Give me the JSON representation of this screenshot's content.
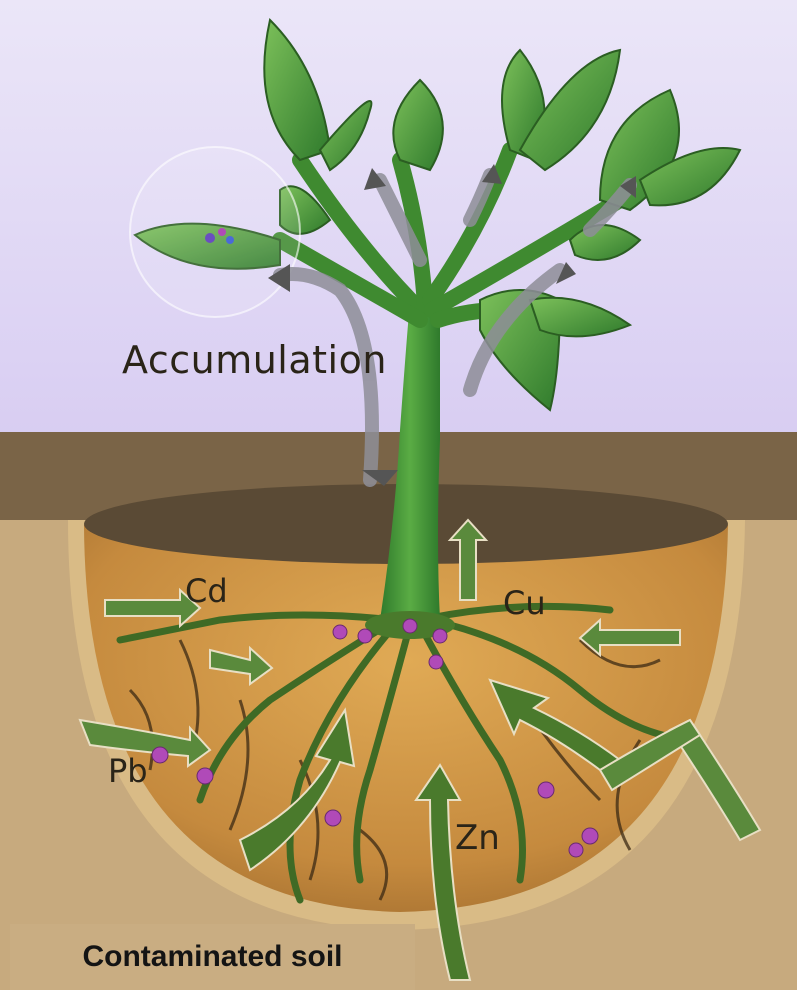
{
  "diagram": {
    "labels": {
      "accumulation": "Accumulation",
      "cd": "Cd",
      "cu": "Cu",
      "pb": "Pb",
      "zn": "Zn"
    },
    "footer_caption": "Contaminated soil"
  },
  "colors": {
    "sky": "#e6e0f7",
    "soil_dark": "#7a6447",
    "pot_interior": "#cf9a4c",
    "leaf_green": "#4f9a3a",
    "arrow_green": "#5a8a3c",
    "metal_particle": "#b04ab8",
    "caption_bg": "#c9ad82"
  },
  "icons": [
    "plant-icon",
    "upward-arrow-icon",
    "metal-particle-icon"
  ]
}
